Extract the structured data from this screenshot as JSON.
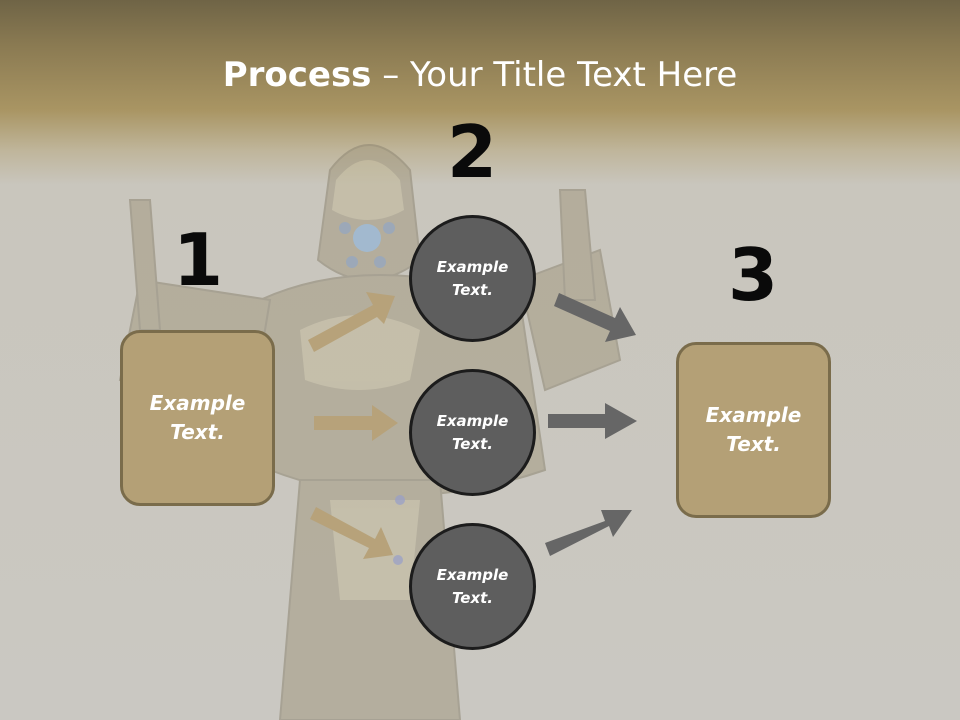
{
  "slide": {
    "title_bold": "Process",
    "title_rest": " – Your Title Text Here"
  },
  "steps": {
    "step1_number": "1",
    "step2_number": "2",
    "step3_number": "3"
  },
  "boxes": {
    "left_text": "Example\nText.",
    "right_text": "Example\nText."
  },
  "circles": {
    "top_text": "Example\nText.",
    "middle_text": "Example\nText.",
    "bottom_text": "Example\nText."
  },
  "colors": {
    "header_gold": "#a99563",
    "background_gray": "#cac8c2",
    "box_fill": "#b4a076",
    "circle_fill": "#5e5e5e",
    "gold_arrow": "#b7a27a",
    "gray_arrow": "#666666"
  },
  "background_image": "armored-robot-soldier"
}
